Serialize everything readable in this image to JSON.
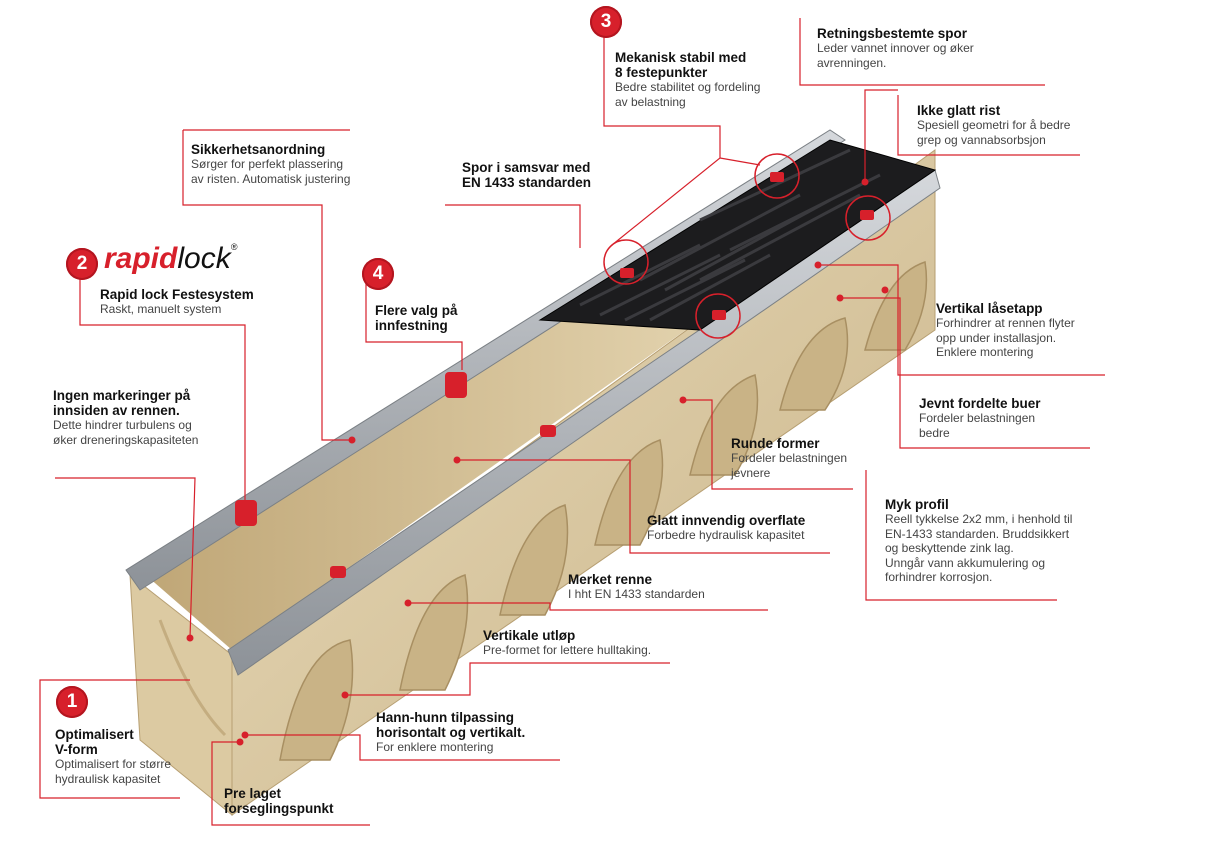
{
  "colors": {
    "accent": "#d7202b",
    "grate": "#1c1c1e",
    "concrete": "#d8c7a0",
    "steel": "#a7abb0"
  },
  "logo": {
    "part_a": "rapid",
    "part_b": "lock",
    "mark": "®"
  },
  "badges": {
    "one": "1",
    "two": "2",
    "three": "3",
    "four": "4"
  },
  "callouts": {
    "retning": {
      "title": "Retningsbestemte spor",
      "desc": "Leder vannet innover og øker\navrenningen."
    },
    "mekanisk": {
      "title": "Mekanisk stabil med\n8 festepunkter",
      "desc": "Bedre stabilitet og fordeling\nav belastning"
    },
    "ikke_glatt": {
      "title": "Ikke glatt rist",
      "desc": "Spesiell geometri for å bedre\ngrep og vannabsorbsjon"
    },
    "sikkerhet": {
      "title": "Sikkerhetsanordning",
      "desc": "Sørger for perfekt plassering\nav risten. Automatisk justering"
    },
    "spor": {
      "title": "Spor i samsvar med\nEN 1433 standarden",
      "desc": ""
    },
    "rapid": {
      "title": "Rapid lock Festesystem",
      "desc": "Raskt, manuelt system"
    },
    "flere": {
      "title": "Flere valg på\ninnfestning",
      "desc": ""
    },
    "vertikal_laas": {
      "title": "Vertikal låsetapp",
      "desc": "Forhindrer at rennen flyter\nopp under installasjon.\nEnklere montering"
    },
    "ingen": {
      "title": "Ingen markeringer på\ninnsiden av rennen.",
      "desc": "Dette hindrer turbulens og\nøker dreneringskapasiteten"
    },
    "jevnt": {
      "title": "Jevnt fordelte buer",
      "desc": "Fordeler belastningen\nbedre"
    },
    "runde": {
      "title": "Runde former",
      "desc": "Fordeler belastningen\njevnere"
    },
    "myk": {
      "title": "Myk profil",
      "desc": "Reell tykkelse 2x2 mm, i henhold til\nEN-1433 standarden. Bruddsikkert\nog beskyttende zink lag.\nUnngår vann akkumulering og\nforhindrer korrosjon."
    },
    "glatt": {
      "title": "Glatt innvendig overflate",
      "desc": "Forbedre hydraulisk kapasitet"
    },
    "merket": {
      "title": "Merket renne",
      "desc": "I hht EN 1433 standarden"
    },
    "utlop": {
      "title": "Vertikale utløp",
      "desc": "Pre-formet for lettere hulltaking."
    },
    "hann": {
      "title": "Hann-hunn tilpassing\nhorisontalt og vertikalt.",
      "desc": "For enklere montering"
    },
    "optimal": {
      "title": "Optimalisert\nV-form",
      "desc": "Optimalisert for større\nhydraulisk kapasitet"
    },
    "pre": {
      "title": "Pre laget\nforseglingspunkt",
      "desc": ""
    }
  }
}
